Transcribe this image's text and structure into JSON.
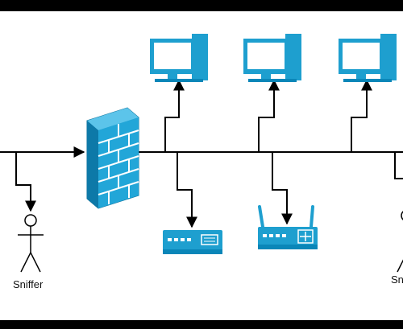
{
  "colors": {
    "background_frame": "#000000",
    "canvas": "#ffffff",
    "device_fill": "#1e9fcf",
    "device_outline": "#0a86b8",
    "screen": "#ffffff",
    "line": "#000000"
  },
  "labels": {
    "sniffer_left": "Sniffer",
    "sniffer_right": "Sn"
  },
  "nodes": [
    {
      "name": "firewall",
      "icon": "firewall-brick-icon"
    },
    {
      "name": "computer-1",
      "icon": "desktop-computer-icon"
    },
    {
      "name": "computer-2",
      "icon": "desktop-computer-icon"
    },
    {
      "name": "computer-3",
      "icon": "desktop-computer-icon"
    },
    {
      "name": "switch",
      "icon": "network-switch-icon"
    },
    {
      "name": "wireless-router",
      "icon": "wireless-router-icon"
    },
    {
      "name": "sniffer-left",
      "icon": "stick-figure-icon"
    },
    {
      "name": "sniffer-right",
      "icon": "stick-figure-icon"
    }
  ]
}
